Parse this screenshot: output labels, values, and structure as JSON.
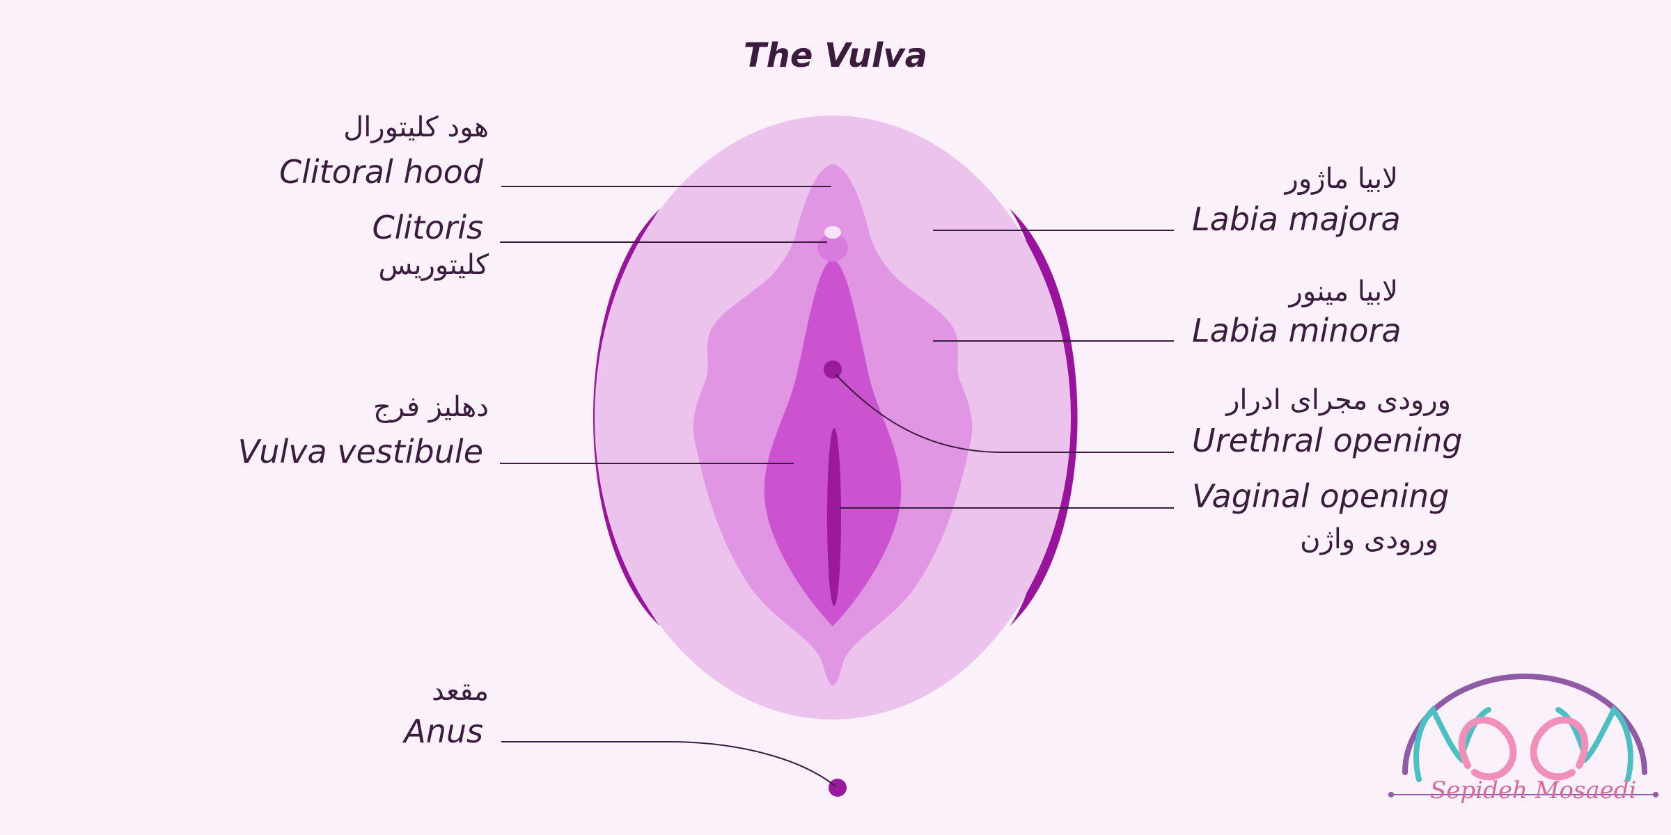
{
  "diagram": {
    "title": "The Vulva",
    "labels": {
      "clitoral_hood": {
        "en": "Clitoral hood",
        "fa": "هود کلیتورال"
      },
      "clitoris": {
        "en": "Clitoris",
        "fa": "کلیتوریس"
      },
      "vulva_vestibule": {
        "en": "Vulva vestibule",
        "fa": "دهلیز فرج"
      },
      "anus": {
        "en": "Anus",
        "fa": "مقعد"
      },
      "labia_majora": {
        "en": "Labia majora",
        "fa": "لابیا ماژور"
      },
      "labia_minora": {
        "en": "Labia minora",
        "fa": "لابیا مینور"
      },
      "urethral_opening": {
        "en": "Urethral opening",
        "fa": "ورودی مجرای ادرار"
      },
      "vaginal_opening": {
        "en": "Vaginal opening",
        "fa": "ورودی واژن"
      }
    },
    "colors": {
      "background": "#fbf1fb",
      "labia_majora": "#ecc3ec",
      "labia_minora": "#e196e3",
      "vestibule": "#cb53cf",
      "opening": "#9a1a9e",
      "rim": "#9a139c",
      "leader_line": "#3b1c3e"
    }
  },
  "logo": {
    "signature": "Sepideh Mosaedi",
    "colors": {
      "arc": "#8f5aa6",
      "teal": "#4bbfc2",
      "pink": "#f08fb8"
    }
  }
}
